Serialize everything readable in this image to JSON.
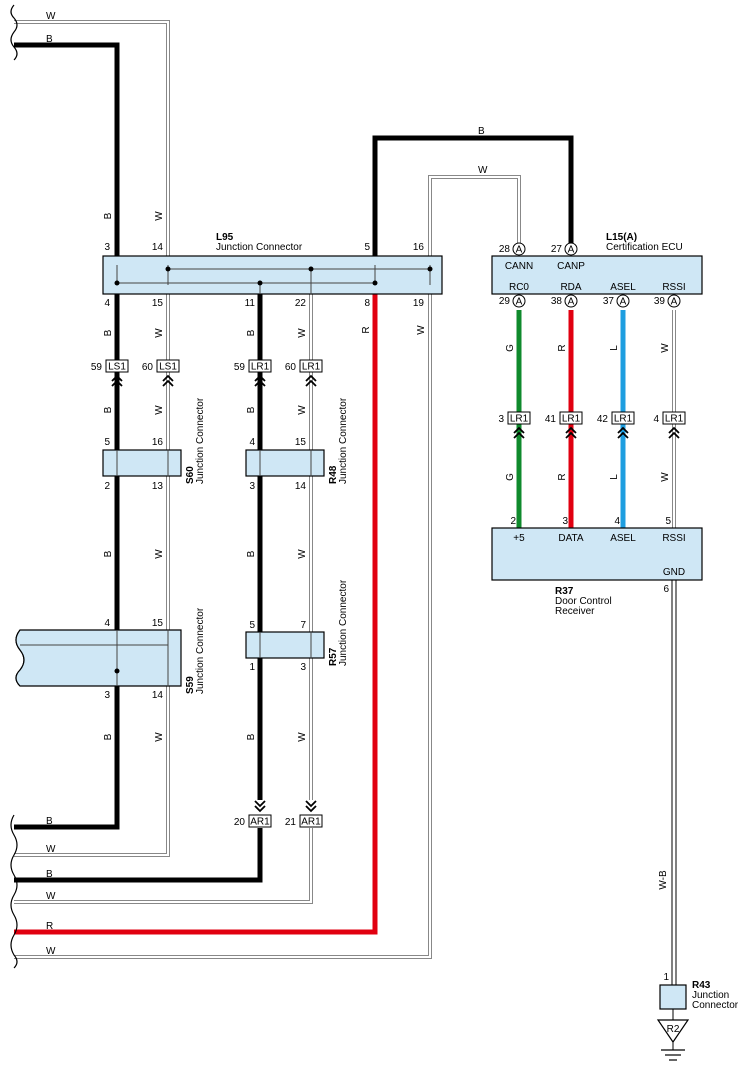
{
  "wire_colors": {
    "B": "#000000",
    "R": "#e10010",
    "G": "#0f8a2c",
    "L": "#1e9ee0",
    "W": "#ffffff"
  },
  "left_edge_labels": [
    "W",
    "B",
    "B",
    "W",
    "B",
    "W",
    "R",
    "W"
  ],
  "vertical_wire_labels": [
    "B",
    "W",
    "B",
    "W",
    "B",
    "W",
    "B",
    "W",
    "B",
    "W",
    "B",
    "W",
    "B",
    "W",
    "R",
    "W",
    "G",
    "R",
    "L",
    "W",
    "G",
    "R",
    "L",
    "W",
    "W-B"
  ],
  "connectors": {
    "L95": {
      "id": "L95",
      "name": "Junction Connector",
      "top_pins": [
        "3",
        "14",
        "5",
        "16"
      ],
      "bottom_pins": [
        "4",
        "15",
        "11",
        "22",
        "8",
        "19"
      ]
    },
    "S60": {
      "id": "S60",
      "name": "Junction Connector",
      "top_pins": [
        "5",
        "16"
      ],
      "bottom_pins": [
        "2",
        "13"
      ]
    },
    "R48": {
      "id": "R48",
      "name": "Junction Connector",
      "top_pins": [
        "4",
        "15"
      ],
      "bottom_pins": [
        "3",
        "14"
      ]
    },
    "S59": {
      "id": "S59",
      "name": "Junction Connector",
      "top_pins": [
        "4",
        "15"
      ],
      "bottom_pins": [
        "3",
        "14"
      ]
    },
    "R57": {
      "id": "R57",
      "name": "Junction Connector",
      "top_pins": [
        "5",
        "7"
      ],
      "bottom_pins": [
        "1",
        "3"
      ]
    },
    "L15": {
      "id": "L15(A)",
      "name": "Certification ECU",
      "top_pins": [
        "28",
        "27"
      ],
      "top_labels": [
        "CANN",
        "CANP"
      ],
      "bottom_labels": [
        "RC0",
        "RDA",
        "ASEL",
        "RSSI"
      ],
      "bottom_pins": [
        "29",
        "38",
        "37",
        "39"
      ],
      "sub": "A"
    },
    "R37": {
      "id": "R37",
      "name_line1": "Door Control",
      "name_line2": "Receiver",
      "top_pins": [
        "2",
        "3",
        "4",
        "5"
      ],
      "top_labels": [
        "+5",
        "DATA",
        "ASEL",
        "RSSI"
      ],
      "gnd_label": "GND",
      "gnd_pin": "6"
    },
    "R43": {
      "id": "R43",
      "name_line1": "Junction",
      "name_line2": "Connector",
      "pin": "1"
    }
  },
  "inline_connectors": [
    {
      "pin": "59",
      "name": "LS1"
    },
    {
      "pin": "60",
      "name": "LS1"
    },
    {
      "pin": "59",
      "name": "LR1"
    },
    {
      "pin": "60",
      "name": "LR1"
    },
    {
      "pin": "3",
      "name": "LR1"
    },
    {
      "pin": "41",
      "name": "LR1"
    },
    {
      "pin": "42",
      "name": "LR1"
    },
    {
      "pin": "4",
      "name": "LR1"
    },
    {
      "pin": "20",
      "name": "AR1"
    },
    {
      "pin": "21",
      "name": "AR1"
    }
  ],
  "ground": {
    "label": "R2"
  }
}
